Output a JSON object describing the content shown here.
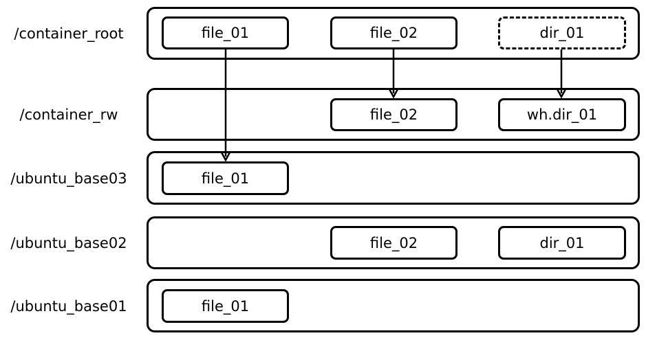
{
  "diagram": {
    "layers": [
      {
        "id": "container_root",
        "label": "/container_root",
        "nodes": [
          {
            "id": "root-file_01",
            "text": "file_01",
            "style": "solid"
          },
          {
            "id": "root-file_02",
            "text": "file_02",
            "style": "solid"
          },
          {
            "id": "root-dir_01",
            "text": "dir_01",
            "style": "dashed"
          }
        ]
      },
      {
        "id": "container_rw",
        "label": "/container_rw",
        "nodes": [
          {
            "id": "rw-file_02",
            "text": "file_02",
            "style": "solid"
          },
          {
            "id": "rw-wh-dir_01",
            "text": "wh.dir_01",
            "style": "solid"
          }
        ]
      },
      {
        "id": "ubuntu_base03",
        "label": "/ubuntu_base03",
        "nodes": [
          {
            "id": "base03-file_01",
            "text": "file_01",
            "style": "solid"
          }
        ]
      },
      {
        "id": "ubuntu_base02",
        "label": "/ubuntu_base02",
        "nodes": [
          {
            "id": "base02-file_02",
            "text": "file_02",
            "style": "solid"
          },
          {
            "id": "base02-dir_01",
            "text": "dir_01",
            "style": "solid"
          }
        ]
      },
      {
        "id": "ubuntu_base01",
        "label": "/ubuntu_base01",
        "nodes": [
          {
            "id": "base01-file_01",
            "text": "file_01",
            "style": "solid"
          }
        ]
      }
    ],
    "edges": [
      {
        "from": "root-file_01",
        "to": "base03-file_01"
      },
      {
        "from": "root-file_02",
        "to": "rw-file_02"
      },
      {
        "from": "root-dir_01",
        "to": "rw-wh-dir_01"
      }
    ]
  }
}
